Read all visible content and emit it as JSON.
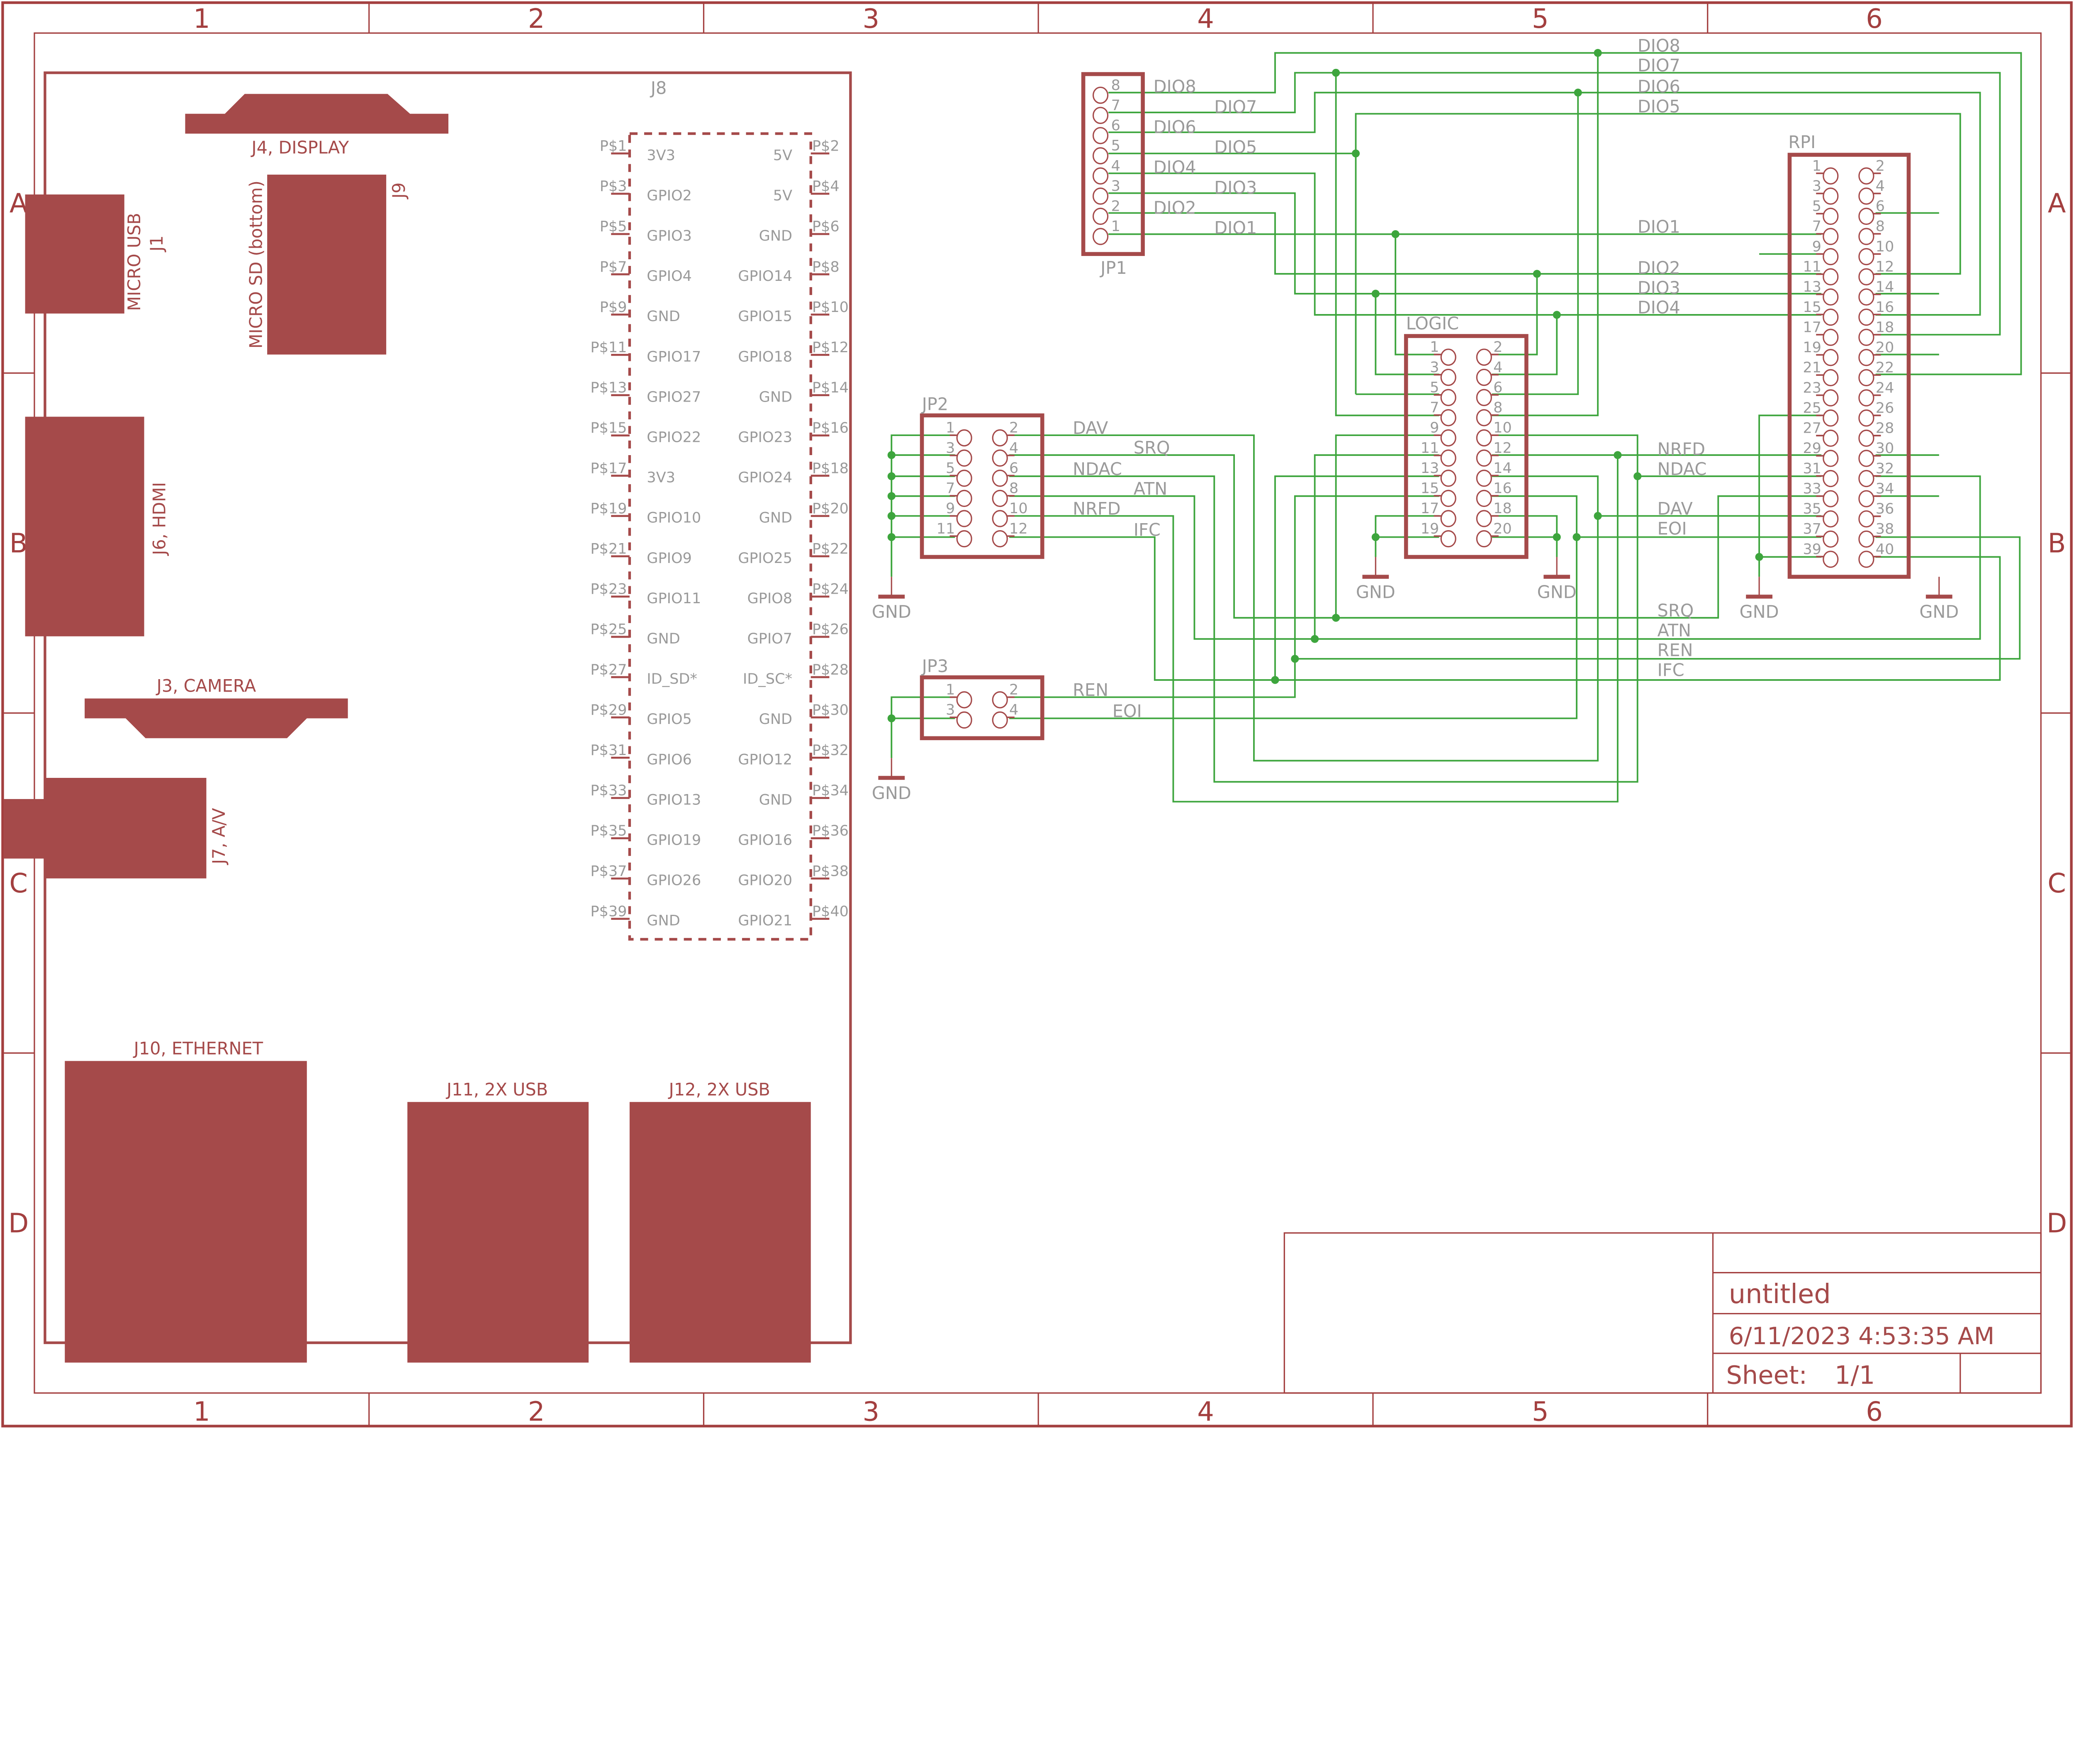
{
  "colors": {
    "component": "#a54a4a",
    "frame": "#a33f3f",
    "wire": "#3da53d",
    "label": "#9a9a9a"
  },
  "frame": {
    "columns": [
      "1",
      "2",
      "3",
      "4",
      "5",
      "6"
    ],
    "rows": [
      "A",
      "B",
      "C",
      "D"
    ]
  },
  "board": {
    "j8": {
      "label": "J8",
      "left_pads": [
        "P$1",
        "P$3",
        "P$5",
        "P$7",
        "P$9",
        "P$11",
        "P$13",
        "P$15",
        "P$17",
        "P$19",
        "P$21",
        "P$23",
        "P$25",
        "P$27",
        "P$29",
        "P$31",
        "P$33",
        "P$35",
        "P$37",
        "P$39"
      ],
      "left_names": [
        "3V3",
        "GPIO2",
        "GPIO3",
        "GPIO4",
        "GND",
        "GPIO17",
        "GPIO27",
        "GPIO22",
        "3V3",
        "GPIO10",
        "GPIO9",
        "GPIO11",
        "GND",
        "ID_SD*",
        "GPIO5",
        "GPIO6",
        "GPIO13",
        "GPIO19",
        "GPIO26",
        "GND"
      ],
      "right_pads": [
        "P$2",
        "P$4",
        "P$6",
        "P$8",
        "P$10",
        "P$12",
        "P$14",
        "P$16",
        "P$18",
        "P$20",
        "P$22",
        "P$24",
        "P$26",
        "P$28",
        "P$30",
        "P$32",
        "P$34",
        "P$36",
        "P$38",
        "P$40"
      ],
      "right_names": [
        "5V",
        "5V",
        "GND",
        "GPIO14",
        "GPIO15",
        "GPIO18",
        "GND",
        "GPIO23",
        "GPIO24",
        "GND",
        "GPIO25",
        "GPIO8",
        "GPIO7",
        "ID_SC*",
        "GND",
        "GPIO12",
        "GND",
        "GPIO16",
        "GPIO20",
        "GPIO21"
      ]
    },
    "connectors": {
      "j4": "J4, DISPLAY",
      "j9": "J9",
      "j9_desc": "MICRO SD (bottom)",
      "j1": "J1",
      "j1_desc": "MICRO USB",
      "j6": "J6, HDMI",
      "j3": "J3, CAMERA",
      "j7": "J7, A/V",
      "j10": "J10, ETHERNET",
      "j11": "J11, 2X USB",
      "j12": "J12, 2X USB"
    }
  },
  "jp1": {
    "label": "JP1",
    "pins": [
      "8",
      "7",
      "6",
      "5",
      "4",
      "3",
      "2",
      "1"
    ],
    "nets": [
      "DIO8",
      "DIO7",
      "DIO6",
      "DIO5",
      "DIO4",
      "DIO3",
      "DIO2",
      "DIO1"
    ]
  },
  "jp2": {
    "label": "JP2",
    "pins": [
      "1",
      "2",
      "3",
      "4",
      "5",
      "6",
      "7",
      "8",
      "9",
      "10",
      "11",
      "12"
    ],
    "nets": [
      "DAV",
      "SRQ",
      "NDAC",
      "ATN",
      "NRFD",
      "IFC"
    ]
  },
  "jp3": {
    "label": "JP3",
    "pins": [
      "1",
      "2",
      "3",
      "4"
    ],
    "nets": [
      "REN",
      "EOI"
    ]
  },
  "logic": {
    "label": "LOGIC",
    "pins": [
      "1",
      "2",
      "3",
      "4",
      "5",
      "6",
      "7",
      "8",
      "9",
      "10",
      "11",
      "12",
      "13",
      "14",
      "15",
      "16",
      "17",
      "18",
      "19",
      "20"
    ]
  },
  "rpi": {
    "label": "RPI",
    "pins": [
      "1",
      "2",
      "3",
      "4",
      "5",
      "6",
      "7",
      "8",
      "9",
      "10",
      "11",
      "12",
      "13",
      "14",
      "15",
      "16",
      "17",
      "18",
      "19",
      "20",
      "21",
      "22",
      "23",
      "24",
      "25",
      "26",
      "27",
      "28",
      "29",
      "30",
      "31",
      "32",
      "33",
      "34",
      "35",
      "36",
      "37",
      "38",
      "39",
      "40"
    ]
  },
  "net_labels_right": [
    "DIO8",
    "DIO7",
    "DIO6",
    "DIO5",
    "DIO1",
    "DIO2",
    "DIO3",
    "DIO4",
    "NRFD",
    "NDAC",
    "DAV",
    "EOI",
    "SRQ",
    "ATN",
    "REN",
    "IFC"
  ],
  "ground_label": "GND",
  "title_block": {
    "title": "untitled",
    "date": "6/11/2023 4:53:35 AM",
    "sheet_label": "Sheet:",
    "sheet": "1/1"
  }
}
